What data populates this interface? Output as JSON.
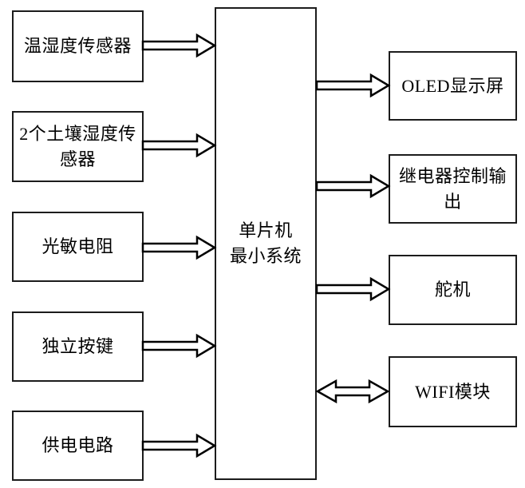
{
  "colors": {
    "background": "#ffffff",
    "box_border": "#1c1c1c",
    "text": "#000000",
    "arrow_fill": "#ffffff",
    "arrow_stroke": "#000000"
  },
  "diagram": {
    "center_node": {
      "label": "单片机\n最小系统"
    },
    "left_nodes": [
      {
        "label": "温湿度传感器"
      },
      {
        "label": "2个土壤湿度传\n感器"
      },
      {
        "label": "光敏电阻"
      },
      {
        "label": "独立按键"
      },
      {
        "label": "供电电路"
      }
    ],
    "right_nodes": [
      {
        "label": "OLED显示屏"
      },
      {
        "label": "继电器控制输出"
      },
      {
        "label": "舵机"
      },
      {
        "label": "WIFI模块"
      }
    ],
    "connections": [
      {
        "from": "温湿度传感器",
        "to": "单片机最小系统",
        "direction": "one-way"
      },
      {
        "from": "2个土壤湿度传感器",
        "to": "单片机最小系统",
        "direction": "one-way"
      },
      {
        "from": "光敏电阻",
        "to": "单片机最小系统",
        "direction": "one-way"
      },
      {
        "from": "独立按键",
        "to": "单片机最小系统",
        "direction": "one-way"
      },
      {
        "from": "供电电路",
        "to": "单片机最小系统",
        "direction": "one-way"
      },
      {
        "from": "单片机最小系统",
        "to": "OLED显示屏",
        "direction": "one-way"
      },
      {
        "from": "单片机最小系统",
        "to": "继电器控制输出",
        "direction": "one-way"
      },
      {
        "from": "单片机最小系统",
        "to": "舵机",
        "direction": "one-way"
      },
      {
        "from": "单片机最小系统",
        "to": "WIFI模块",
        "direction": "two-way"
      }
    ]
  }
}
